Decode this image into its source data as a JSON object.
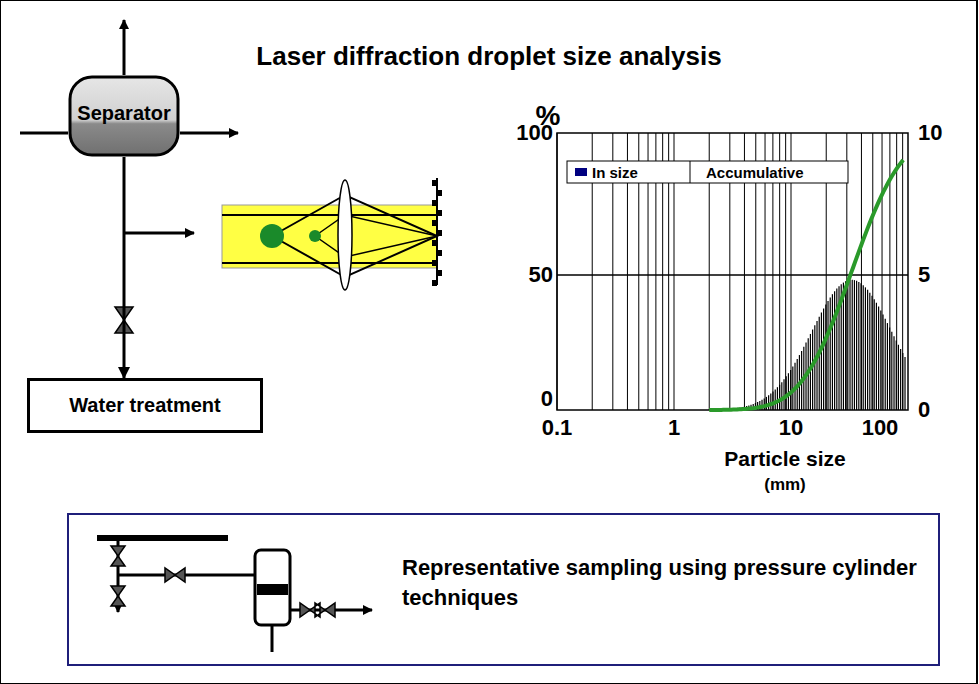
{
  "diagram": {
    "title": "Laser diffraction droplet size analysis",
    "nodes": [
      {
        "text": [
          "Separator"
        ]
      },
      {
        "text": [
          "Water treatment"
        ]
      },
      {
        "text": [
          "Representative sampling using pressure cylinder techniques"
        ]
      }
    ],
    "edges": [
      {
        "from": 0,
        "to": 1,
        "arrow": "to"
      }
    ],
    "labels": [
      "%",
      "100",
      "50",
      "0",
      "10",
      "5",
      "0",
      "0.1",
      "1",
      "10",
      "100",
      "Particle size",
      "(mm)"
    ],
    "legend": [
      {
        "text": "In size",
        "color": "#000080"
      },
      {
        "text": "Accumulative"
      }
    ]
  }
}
